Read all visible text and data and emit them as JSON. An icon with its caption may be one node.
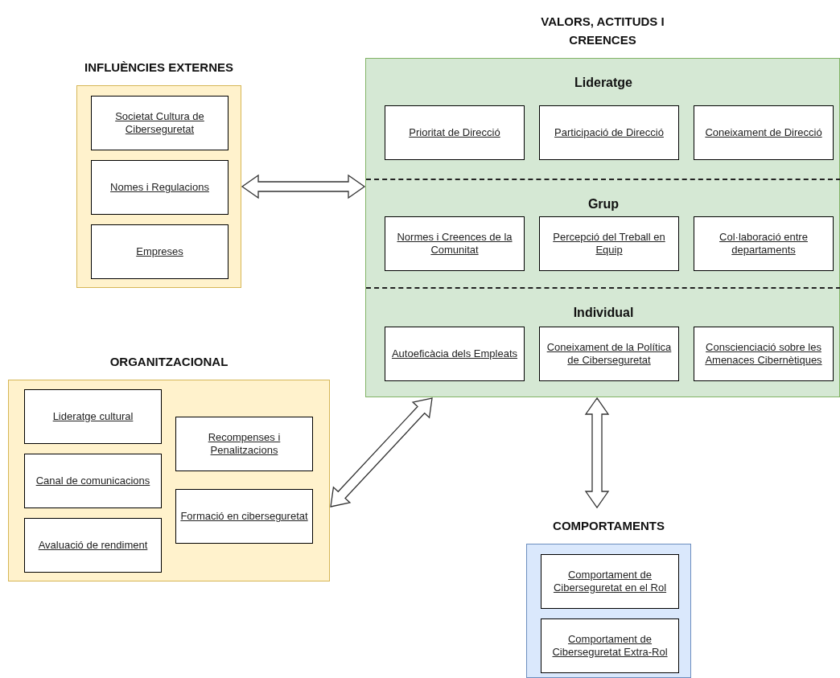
{
  "diagram": {
    "nodes": [
      {
        "text": [
          "INFLUÈNCIES EXTERNES"
        ]
      },
      {
        "text": [
          "Societat Cultura de Ciberseguretat"
        ],
        "in": 0
      },
      {
        "text": [
          "Nomes i Regulacions"
        ],
        "in": 0
      },
      {
        "text": [
          "Empreses"
        ],
        "in": 0
      },
      {
        "text": [
          "VALORS, ACTITUDS I CREENCES"
        ]
      },
      {
        "text": [
          "Lideratge"
        ],
        "in": 4
      },
      {
        "text": [
          "Prioritat de Direcció"
        ],
        "in": 5
      },
      {
        "text": [
          "Participació de Direcció"
        ],
        "in": 5
      },
      {
        "text": [
          "Coneixament de Direcció"
        ],
        "in": 5
      },
      {
        "text": [
          "Grup"
        ],
        "in": 4
      },
      {
        "text": [
          "Normes i Creences de la Comunitat"
        ],
        "in": 9
      },
      {
        "text": [
          "Percepció del Treball en Equip"
        ],
        "in": 9
      },
      {
        "text": [
          "Col·laboració entre departaments"
        ],
        "in": 9
      },
      {
        "text": [
          "Individual"
        ],
        "in": 4
      },
      {
        "text": [
          "Autoeficàcia dels Empleats"
        ],
        "in": 13
      },
      {
        "text": [
          "Coneixament de la Política de Ciberseguretat"
        ],
        "in": 13
      },
      {
        "text": [
          "Conscienciació sobre les Amenaces Cibernètiques"
        ],
        "in": 13
      },
      {
        "text": [
          "ORGANITZACIONAL"
        ]
      },
      {
        "text": [
          "Lideratge cultural"
        ],
        "in": 17
      },
      {
        "text": [
          "Canal de comunicacions"
        ],
        "in": 17
      },
      {
        "text": [
          "Avaluació de rendiment"
        ],
        "in": 17
      },
      {
        "text": [
          "Recompenses i Penalitzacions"
        ],
        "in": 17
      },
      {
        "text": [
          "Formació en ciberseguretat"
        ],
        "in": 17
      },
      {
        "text": [
          "COMPORTAMENTS"
        ]
      },
      {
        "text": [
          "Comportament de Ciberseguretat en el Rol"
        ],
        "in": 23
      },
      {
        "text": [
          "Comportament de Ciberseguretat Extra-Rol"
        ],
        "in": 23
      }
    ],
    "edges": [
      {
        "from": 0,
        "to": 4,
        "arrow": "both",
        "style": "thick"
      },
      {
        "from": 17,
        "to": 4,
        "arrow": "both",
        "style": "thick"
      },
      {
        "from": 4,
        "to": 23,
        "arrow": "both",
        "style": "thick"
      }
    ]
  }
}
